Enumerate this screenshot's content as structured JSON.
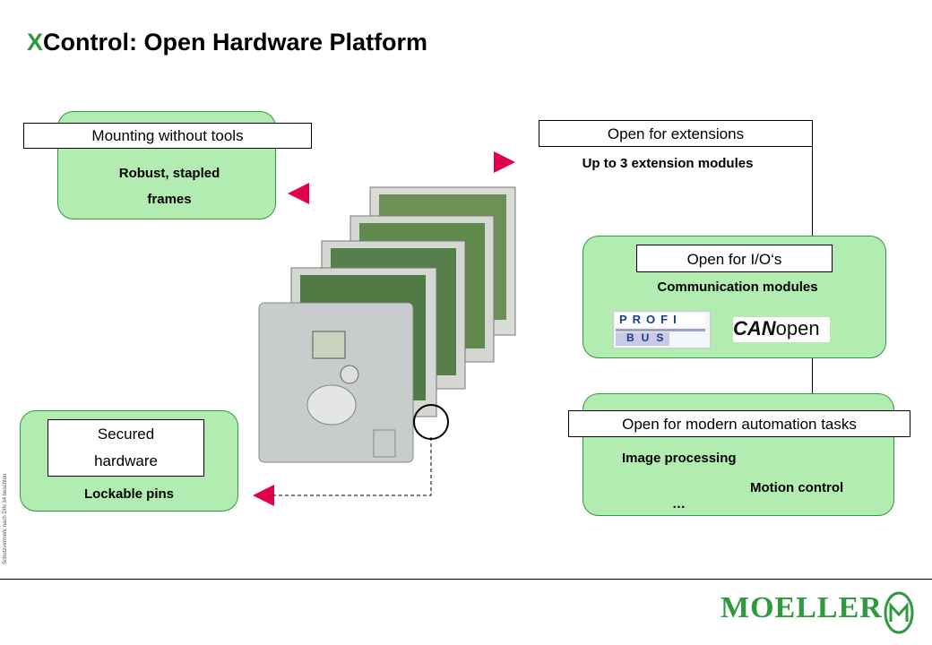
{
  "title": {
    "accent": "X",
    "rest": "Control: Open Hardware Platform"
  },
  "mounting": {
    "label": "Mounting without tools",
    "line1": "Robust, stapled",
    "line2": "frames"
  },
  "extensions": {
    "label": "Open for extensions",
    "text": "Up to 3 extension modules"
  },
  "io": {
    "label": "Open for I/O‘s",
    "text": "Communication modules"
  },
  "logos": {
    "profibus_top": "PROFI",
    "profibus_bottom": "BUS",
    "canopen_bold": "CAN",
    "canopen_light": "open"
  },
  "automation": {
    "label": "Open for modern automation tasks",
    "item1": "Image processing",
    "item2": "Motion control",
    "more": "…"
  },
  "secured": {
    "label_line1": "Secured",
    "label_line2": "hardware",
    "text": "Lockable pins"
  },
  "side_note": "Schutzvermerk nach DIN 34 beachten",
  "brand": {
    "name": "MOELLER"
  },
  "colors": {
    "accent": "#2e9a3e",
    "box_fill": "#b3ecb0",
    "arrow": "#e0004d"
  }
}
